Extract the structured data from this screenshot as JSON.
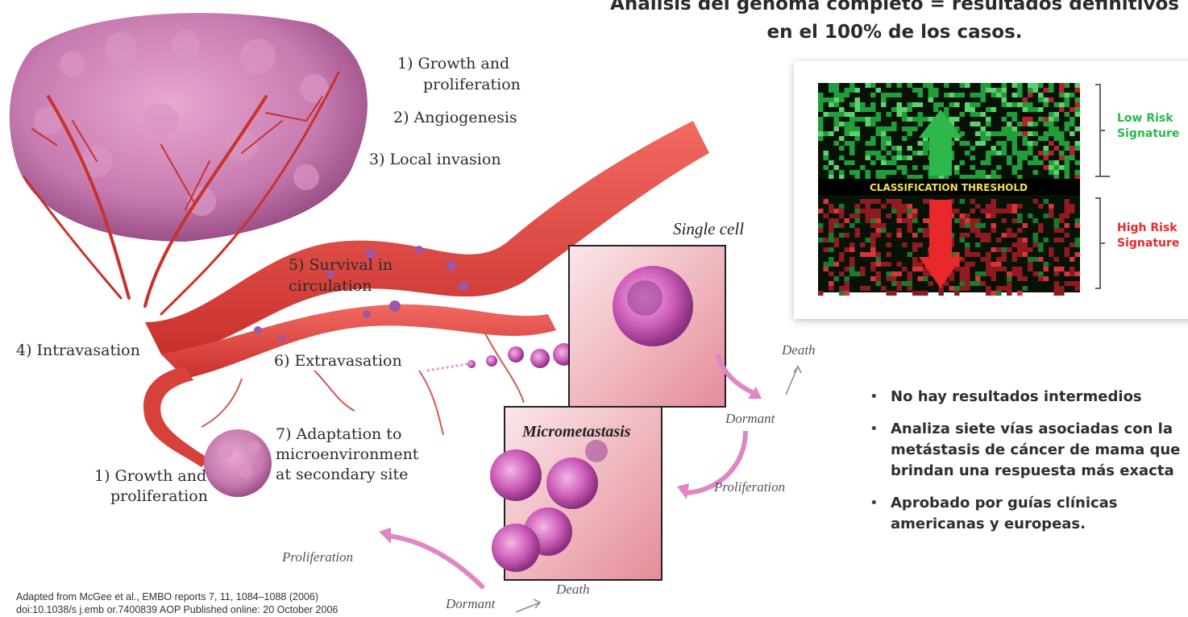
{
  "heading": {
    "line1": "Análisis del genoma completo = resultados definitivos",
    "line2": "en el 100% de los casos."
  },
  "steps": {
    "growth_top": [
      "1) Growth and",
      "proliferation"
    ],
    "angiogenesis": "2) Angiogenesis",
    "local_invasion": "3) Local invasion",
    "intravasation": "4) Intravasation",
    "survival": [
      "5) Survival in",
      "circulation"
    ],
    "extravasation": "6) Extravasation",
    "adaptation": [
      "7) Adaptation to",
      "microenvironment",
      "at secondary site"
    ],
    "growth_bottom": [
      "1) Growth and",
      "proliferation"
    ]
  },
  "fates": {
    "single_cell": "Single cell",
    "micrometastasis": "Micrometastasis",
    "death_top": "Death",
    "dormant_mid": "Dormant",
    "proliferation_right": "Proliferation",
    "proliferation_left": "Proliferation",
    "dormant_bottom": "Dormant",
    "death_bottom": "Death"
  },
  "heatmap": {
    "threshold_label": "CLASSIFICATION THRESHOLD",
    "low_risk": [
      "Low Risk",
      "Signature"
    ],
    "high_risk": [
      "High Risk",
      "Signature"
    ],
    "colors": {
      "low": "#2db84b",
      "high": "#e8282b",
      "threshold": "#f3e04a"
    }
  },
  "bullets": [
    "No hay resultados intermedios",
    [
      "Analiza siete vías asociadas con la",
      "metástasis de cáncer de mama que",
      "brindan una respuesta más exacta"
    ],
    [
      "Aprobado por guías clínicas",
      "americanas y europeas."
    ]
  ],
  "citation": [
    "Adapted from McGee et al., EMBO reports 7, 11, 1084–1088 (2006)",
    "doi:10.1038/s j.emb or.7400839 AOP Published online: 20 October 2006"
  ]
}
